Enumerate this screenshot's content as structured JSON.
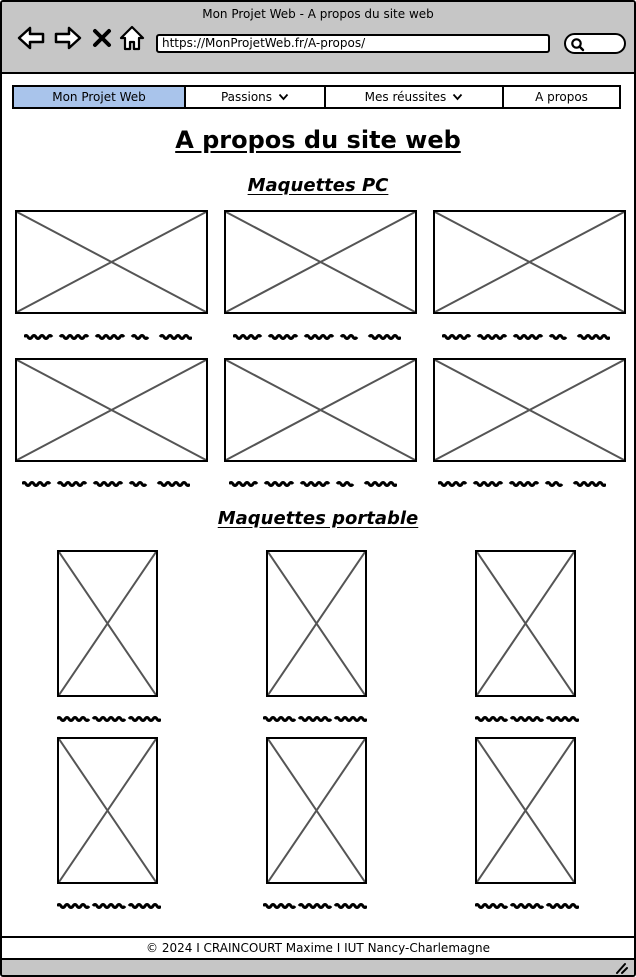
{
  "window": {
    "title": "Mon Projet Web - A propos du site web",
    "url": "https://MonProjetWeb.fr/A-propos/"
  },
  "nav": {
    "items": [
      {
        "label": "Mon Projet Web",
        "active": true,
        "dropdown": false
      },
      {
        "label": "Passions",
        "active": false,
        "dropdown": true
      },
      {
        "label": "Mes réussites",
        "active": false,
        "dropdown": true
      },
      {
        "label": "A propos",
        "active": false,
        "dropdown": false
      }
    ]
  },
  "page": {
    "title": "A propos du site web",
    "section_pc": "Maquettes PC",
    "section_mobile": "Maquettes portable"
  },
  "footer": {
    "text": "© 2024 I CRAINCOURT Maxime I IUT Nancy-Charlemagne"
  },
  "colors": {
    "chrome": "#c6c6c6",
    "active_tab": "#a9c4eb",
    "placeholder_stroke": "#555555"
  },
  "icons": [
    "back-arrow-icon",
    "forward-arrow-icon",
    "close-icon",
    "home-icon",
    "search-icon",
    "chevron-down-icon",
    "resize-grip-icon"
  ]
}
